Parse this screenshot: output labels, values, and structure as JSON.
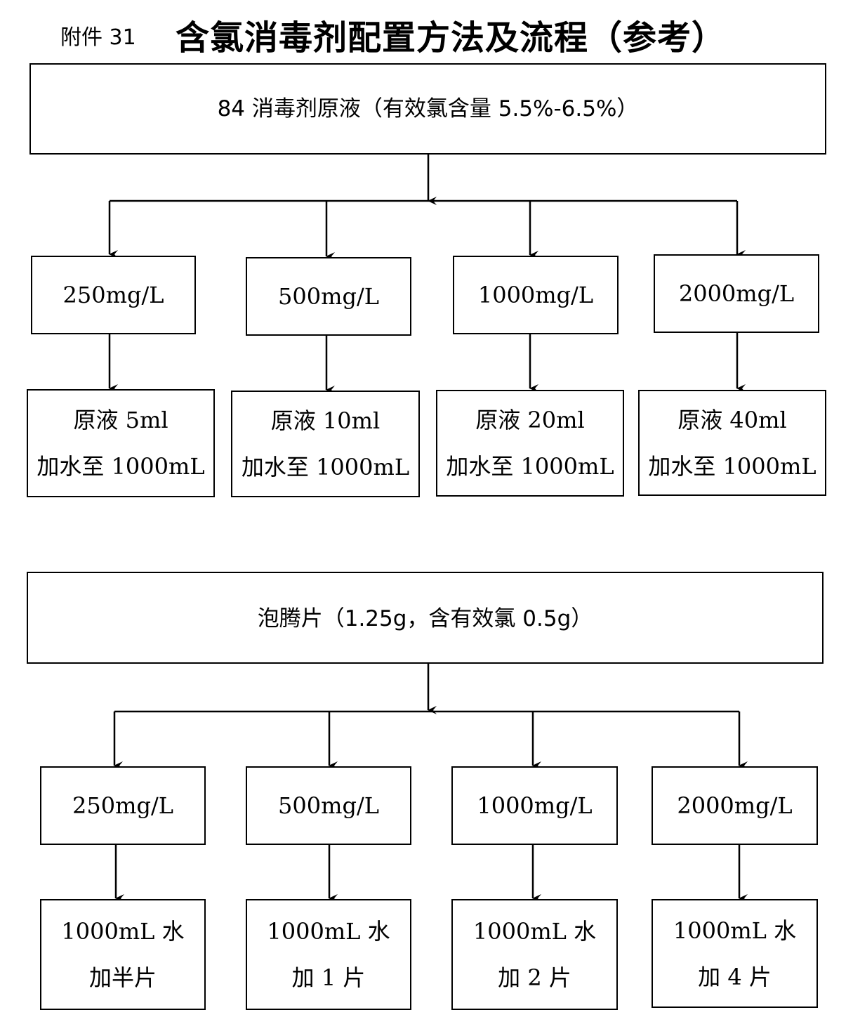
{
  "header": {
    "attachment_label": "附件 31",
    "title": "含氯消毒剂配置方法及流程（参考）"
  },
  "section1": {
    "source": "84 消毒剂原液（有效氯含量 5.5%-6.5%）",
    "concentrations": [
      "250mg/L",
      "500mg/L",
      "1000mg/L",
      "2000mg/L"
    ],
    "recipes": [
      {
        "line1": "原液 5ml",
        "line2": "加水至 1000mL"
      },
      {
        "line1": "原液 10ml",
        "line2": "加水至 1000mL"
      },
      {
        "line1": "原液 20ml",
        "line2": "加水至 1000mL"
      },
      {
        "line1": "原液 40ml",
        "line2": "加水至 1000mL"
      }
    ]
  },
  "section2": {
    "source": "泡腾片（1.25g，含有效氯 0.5g）",
    "concentrations": [
      "250mg/L",
      "500mg/L",
      "1000mg/L",
      "2000mg/L"
    ],
    "recipes": [
      {
        "line1": "1000mL 水",
        "line2": "加半片"
      },
      {
        "line1": "1000mL 水",
        "line2": "加 1 片"
      },
      {
        "line1": "1000mL 水",
        "line2": "加 2 片"
      },
      {
        "line1": "1000mL 水",
        "line2": "加 4 片"
      }
    ]
  }
}
